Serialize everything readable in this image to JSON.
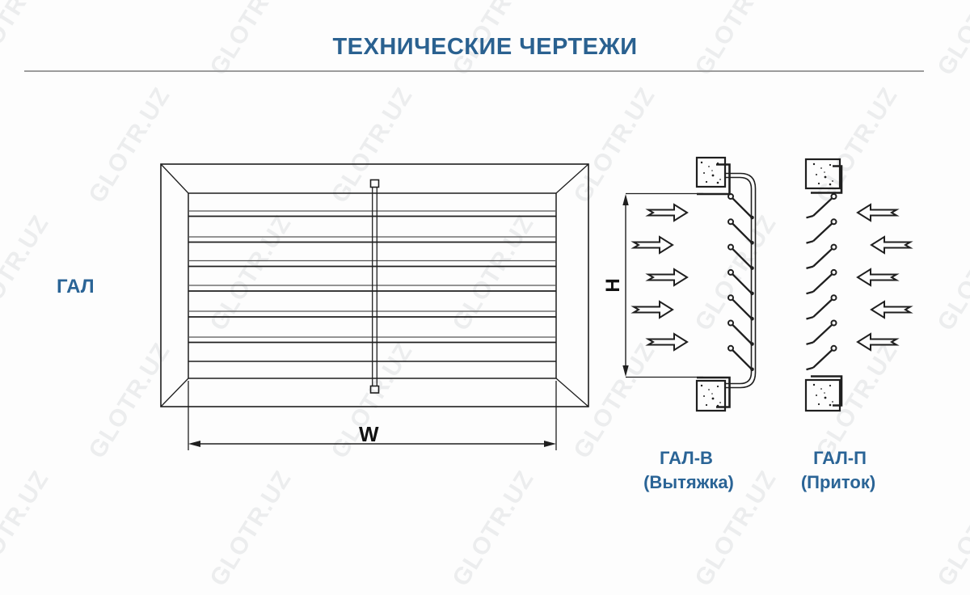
{
  "page": {
    "title": "ТЕХНИЧЕСКИЕ ЧЕРТЕЖИ",
    "watermark_text": "GLOTR.UZ"
  },
  "colors": {
    "accent_blue": "#2A6496",
    "line": "#1F1F1F",
    "divider_gray": "#9C9C9C"
  },
  "drawings": {
    "front_view": {
      "label": "ГАЛ",
      "width_dim_label": "W"
    },
    "exhaust_view": {
      "height_dim_label": "H",
      "model_label": "ГАЛ-В",
      "type_label": "(Вытяжка)"
    },
    "supply_view": {
      "model_label": "ГАЛ-П",
      "type_label": "(Приток)"
    }
  }
}
